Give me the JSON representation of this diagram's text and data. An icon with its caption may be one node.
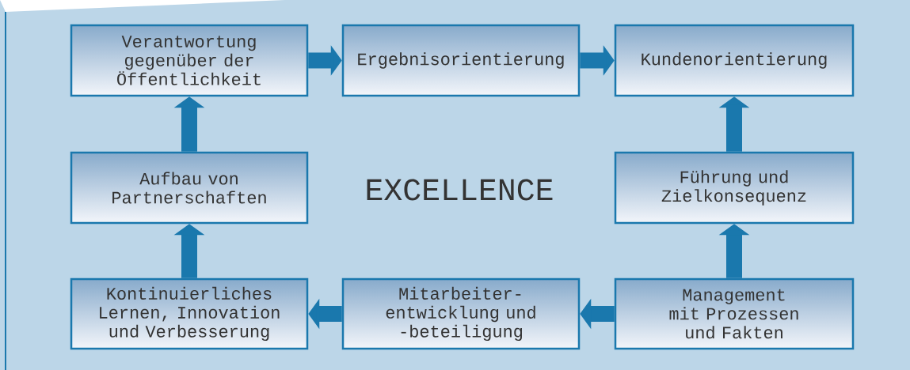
{
  "diagram": {
    "nodes": [
      {
        "text": [
          "Verantwortung gegenüber der Öffentlichkeit"
        ]
      },
      {
        "text": [
          "Ergebnisorientierung"
        ]
      },
      {
        "text": [
          "Kundenorientierung"
        ]
      },
      {
        "text": [
          "Aufbau von Partnerschaften"
        ]
      },
      {
        "text": [
          "Führung und Zielkonsequenz"
        ]
      },
      {
        "text": [
          "Kontinuierliches Lernen, Innovation und Verbesserung"
        ]
      },
      {
        "text": [
          "Mitarbeiter- entwicklung und -beteiligung"
        ]
      },
      {
        "text": [
          "Management mit Prozessen und Fakten"
        ]
      }
    ],
    "edges": [
      {
        "from": 0,
        "to": 1,
        "arrow": "to"
      },
      {
        "from": 1,
        "to": 2,
        "arrow": "to"
      },
      {
        "from": 7,
        "to": 4,
        "arrow": "to"
      },
      {
        "from": 4,
        "to": 2,
        "arrow": "to"
      },
      {
        "from": 7,
        "to": 6,
        "arrow": "to"
      },
      {
        "from": 6,
        "to": 5,
        "arrow": "to"
      },
      {
        "from": 5,
        "to": 3,
        "arrow": "to"
      },
      {
        "from": 3,
        "to": 0,
        "arrow": "to"
      }
    ],
    "labels": [
      "EXCELLENCE"
    ]
  }
}
